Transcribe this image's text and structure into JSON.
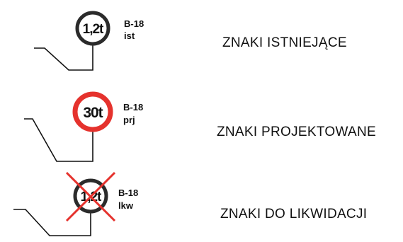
{
  "legend": {
    "rows": [
      {
        "sign_label": "1,2t",
        "code": "B-18",
        "status": "ist",
        "description": "ZNAKI ISTNIEJĄCE",
        "ring_color": "#2b2b2b"
      },
      {
        "sign_label": "30t",
        "code": "B-18",
        "status": "prj",
        "description": "ZNAKI PROJEKTOWANE",
        "ring_color": "#e5322d"
      },
      {
        "sign_label": "1,2t",
        "code": "B-18",
        "status": "lkw",
        "description": "ZNAKI DO LIKWIDACJI",
        "ring_color": "#2b2b2b",
        "cross_color": "#e5322d"
      }
    ]
  }
}
